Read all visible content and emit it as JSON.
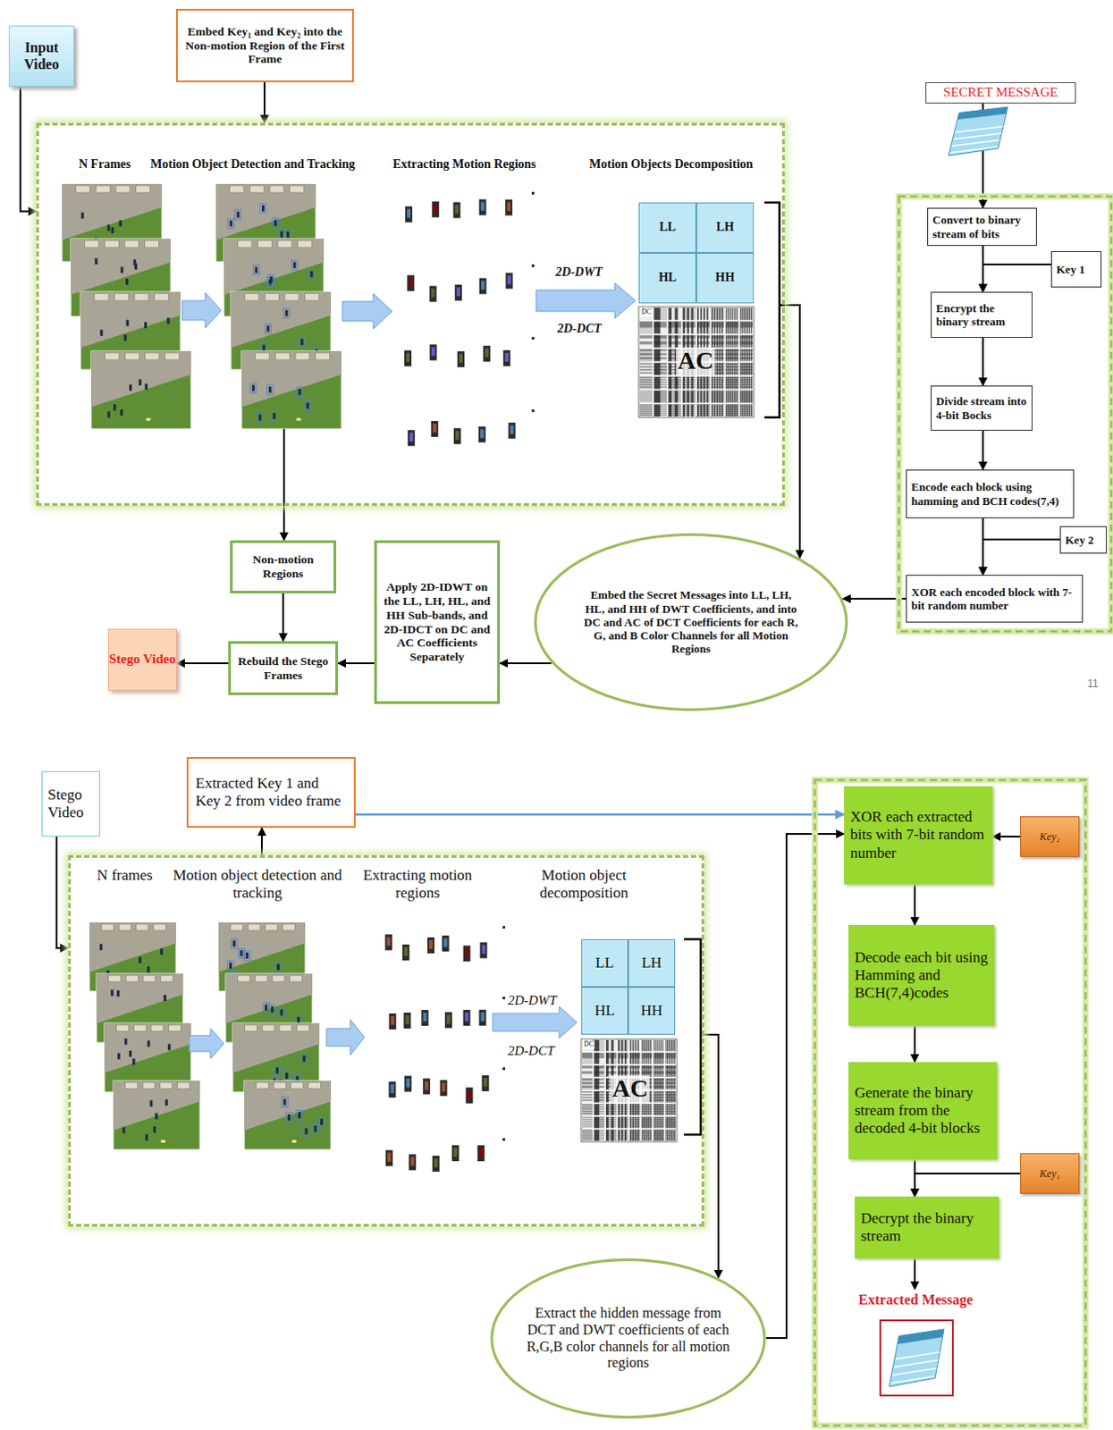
{
  "diagram": {
    "nodes": [
      {
        "text": [
          "Input Video"
        ]
      },
      {
        "text": [
          "Embed Key₁ and Key₂ into the Non-motion Region of the First Frame"
        ]
      },
      {
        "text": [
          "N Frames",
          "Motion Object Detection and Tracking",
          "Extracting Motion Regions",
          "Motion Objects Decomposition"
        ]
      },
      {
        "text": [
          "LL"
        ],
        "in": 2
      },
      {
        "text": [
          "LH"
        ],
        "in": 2
      },
      {
        "text": [
          "HL"
        ],
        "in": 2
      },
      {
        "text": [
          "HH"
        ],
        "in": 2
      },
      {
        "text": [
          "SECRET MESSAGE"
        ]
      },
      {
        "text": [
          "Convert to binary stream of bits"
        ]
      },
      {
        "text": [
          "Key 1"
        ]
      },
      {
        "text": [
          "Encrypt the binary stream"
        ]
      },
      {
        "text": [
          "Divide stream into 4-bit Bocks"
        ]
      },
      {
        "text": [
          "Encode each block using hamming and BCH codes(7,4)"
        ]
      },
      {
        "text": [
          "Key 2"
        ]
      },
      {
        "text": [
          "XOR each encoded block with 7-bit random number"
        ]
      },
      {
        "text": [
          "Non-motion Regions"
        ]
      },
      {
        "text": [
          "Apply 2D-IDWT on the LL, LH, HL, and HH Sub-bands, and 2D-IDCT on DC and AC Coefficients Separately"
        ]
      },
      {
        "text": [
          "Embed the Secret Messages into LL, LH, HL, and HH of DWT Coefficients, and into DC and AC of DCT Coefficients for each R, G, and B Color Channels for all Motion Regions"
        ]
      },
      {
        "text": [
          "Stego Video"
        ]
      },
      {
        "text": [
          "Rebuild the Stego Frames"
        ]
      },
      {
        "text": [
          "Stego Video"
        ]
      },
      {
        "text": [
          "Extracted Key 1 and Key 2 from video frame"
        ]
      },
      {
        "text": [
          "N frames",
          "Motion object detection and tracking",
          "Extracting motion regions",
          "Motion object decomposition"
        ]
      },
      {
        "text": [
          "LL"
        ],
        "in": 22
      },
      {
        "text": [
          "LH"
        ],
        "in": 22
      },
      {
        "text": [
          "HL"
        ],
        "in": 22
      },
      {
        "text": [
          "HH"
        ],
        "in": 22
      },
      {
        "text": [
          "XOR each extracted bits with 7-bit random number"
        ]
      },
      {
        "text": [
          "Key₂"
        ]
      },
      {
        "text": [
          "Decode each bit using Hamming and BCH(7,4)codes"
        ]
      },
      {
        "text": [
          "Generate the binary stream from the decoded 4-bit blocks"
        ]
      },
      {
        "text": [
          "Key₁"
        ]
      },
      {
        "text": [
          "Decrypt the binary stream"
        ]
      },
      {
        "text": [
          "Extract the hidden message from DCT and DWT coefficients of each R,G,B color channels for all motion regions"
        ]
      },
      {
        "text": [
          "Extracted Message"
        ]
      }
    ],
    "edges": [
      {
        "from": 0,
        "to": 2,
        "arrow": "to"
      },
      {
        "from": 1,
        "to": 2,
        "arrow": "to"
      },
      {
        "from": 7,
        "to": 8,
        "arrow": "to"
      },
      {
        "from": 8,
        "to": 10,
        "arrow": "to"
      },
      {
        "from": 9,
        "to": 10,
        "arrow": "to"
      },
      {
        "from": 10,
        "to": 11,
        "arrow": "to"
      },
      {
        "from": 11,
        "to": 12,
        "arrow": "to"
      },
      {
        "from": 12,
        "to": 14,
        "arrow": "to"
      },
      {
        "from": 13,
        "to": 14,
        "arrow": "to"
      },
      {
        "from": 14,
        "to": 17,
        "arrow": "to"
      },
      {
        "from": 2,
        "to": 17,
        "arrow": "to"
      },
      {
        "from": 2,
        "to": 15,
        "arrow": "to"
      },
      {
        "from": 17,
        "to": 16,
        "arrow": "to"
      },
      {
        "from": 16,
        "to": 19,
        "arrow": "to"
      },
      {
        "from": 15,
        "to": 19,
        "arrow": "to"
      },
      {
        "from": 19,
        "to": 18,
        "arrow": "to"
      },
      {
        "from": 20,
        "to": 22,
        "arrow": "to"
      },
      {
        "from": 22,
        "to": 21,
        "arrow": "to"
      },
      {
        "from": 21,
        "to": 27,
        "arrow": "to"
      },
      {
        "from": 22,
        "to": 33,
        "arrow": "to"
      },
      {
        "from": 33,
        "to": 27,
        "arrow": "to"
      },
      {
        "from": 28,
        "to": 27,
        "arrow": "to"
      },
      {
        "from": 27,
        "to": 29,
        "arrow": "to"
      },
      {
        "from": 29,
        "to": 30,
        "arrow": "to"
      },
      {
        "from": 30,
        "to": 32,
        "arrow": "to"
      },
      {
        "from": 31,
        "to": 32,
        "arrow": "to"
      },
      {
        "from": 32,
        "to": 34,
        "arrow": "to"
      }
    ],
    "labels": [
      "2D-DWT",
      "2D-DCT",
      "DC",
      "AC",
      "11",
      "2D-DWT",
      "2D-DCT",
      "DC",
      "AC"
    ]
  }
}
